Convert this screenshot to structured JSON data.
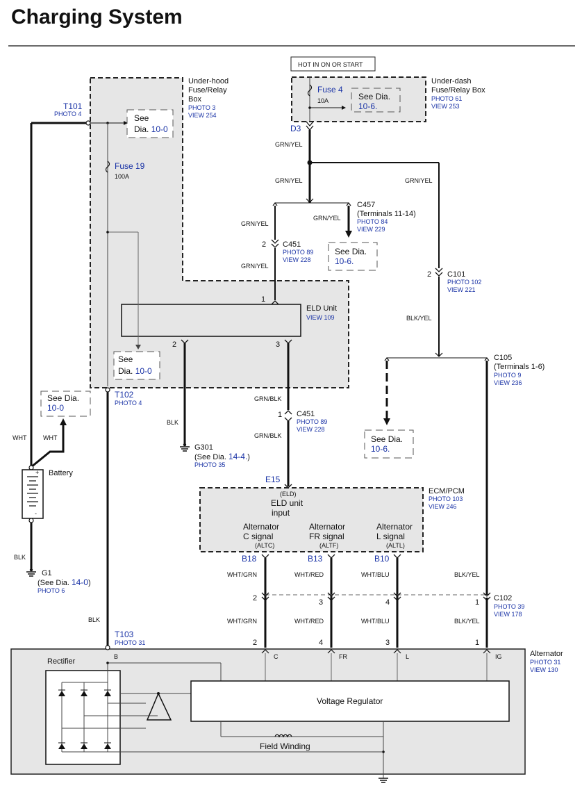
{
  "title": "Charging System",
  "hot_label": "HOT IN ON OR START",
  "underhood_box": {
    "name": [
      "Under-hood",
      "Fuse/Relay",
      "Box"
    ],
    "photo": "PHOTO 3",
    "view": "VIEW 254"
  },
  "underdash_box": {
    "name": [
      "Under-dash",
      "Fuse/Relay Box"
    ],
    "photo": "PHOTO 61",
    "view": "VIEW 253"
  },
  "fuse4": {
    "name": "Fuse 4",
    "rating": "10A"
  },
  "fuse19": {
    "name": "Fuse 19",
    "rating": "100A"
  },
  "see_prefix": "See",
  "see_dia_word": "Dia.",
  "see_ref_100": "10-0",
  "see_ref_106": "10-6.",
  "see_ref_140": "14-0",
  "see_ref_144": "14-4.",
  "t101": {
    "name": "T101",
    "photo": "PHOTO 4"
  },
  "t102": {
    "name": "T102",
    "photo": "PHOTO 4"
  },
  "t103": {
    "name": "T103",
    "photo": "PHOTO 31"
  },
  "d3": "D3",
  "c457": {
    "name": "C457",
    "terminals": "(Terminals 11-14)",
    "photo": "PHOTO 84",
    "view": "VIEW 229"
  },
  "c451": {
    "name": "C451",
    "photo": "PHOTO 89",
    "view": "VIEW 228"
  },
  "c101": {
    "name": "C101",
    "photo": "PHOTO 102",
    "view": "VIEW 221"
  },
  "c105": {
    "name": "C105",
    "terminals": "(Terminals 1-6)",
    "photo": "PHOTO 9",
    "view": "VIEW 236"
  },
  "c102": {
    "name": "C102",
    "photo": "PHOTO 39",
    "view": "VIEW 178"
  },
  "elu": {
    "name": "ELD Unit",
    "view": "VIEW 109"
  },
  "g301": {
    "name": "G301",
    "see": "(See",
    "photo": "PHOTO 35"
  },
  "g1": {
    "name": "G1",
    "see": "(See",
    "photo": "PHOTO 6"
  },
  "battery": "Battery",
  "ecm": {
    "name": "ECM/PCM",
    "photo": "PHOTO 103",
    "view": "VIEW 246",
    "eld_tag": "(ELD)",
    "eld_line1": "ELD unit",
    "eld_line2": "input"
  },
  "signals": [
    {
      "line1": "Alternator",
      "line2": "C signal",
      "tag": "(ALTC)",
      "pin": "B18"
    },
    {
      "line1": "Alternator",
      "line2": "FR signal",
      "tag": "(ALTF)",
      "pin": "B13"
    },
    {
      "line1": "Alternator",
      "line2": "L signal",
      "tag": "(ALTL)",
      "pin": "B10"
    }
  ],
  "e15": "E15",
  "alternator": {
    "name": "Alternator",
    "photo": "PHOTO 31",
    "view": "VIEW 130"
  },
  "alt_terms": {
    "b": "B",
    "c": "C",
    "fr": "FR",
    "l": "L",
    "ig": "IG"
  },
  "rectifier": "Rectifier",
  "voltage_regulator": "Voltage Regulator",
  "field_winding": "Field Winding",
  "wires": {
    "grn_yel": "GRN/YEL",
    "blk_yel": "BLK/YEL",
    "grn_blk": "GRN/BLK",
    "blk": "BLK",
    "wht": "WHT",
    "wht_grn": "WHT/GRN",
    "wht_red": "WHT/RED",
    "wht_blu": "WHT/BLU"
  },
  "pins": {
    "p1": "1",
    "p2": "2",
    "p3": "3",
    "p4": "4"
  },
  "colors": {
    "ink": "#111111",
    "ref_blue": "#1a33a6",
    "shade": "#e5e5e5"
  }
}
